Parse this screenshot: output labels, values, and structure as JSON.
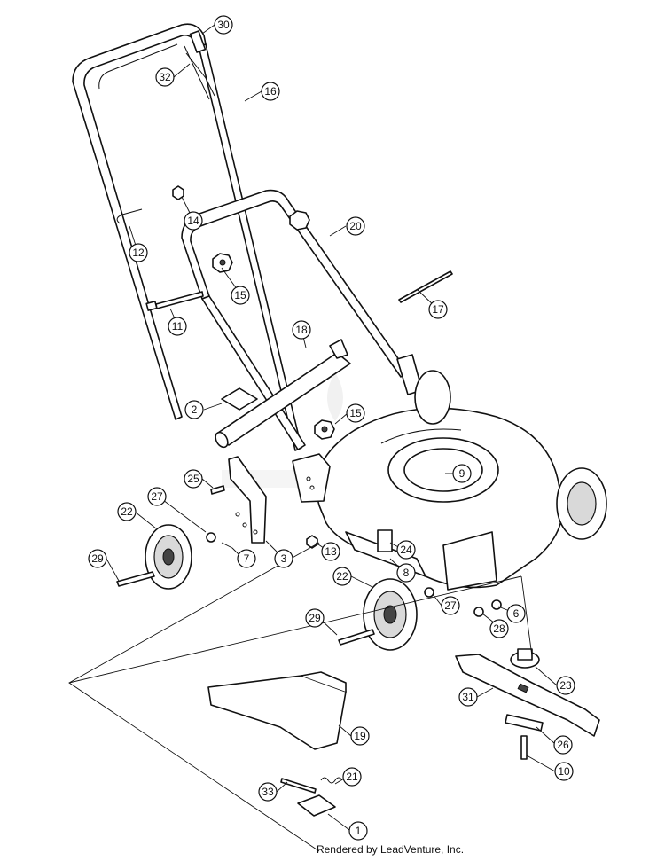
{
  "footer": {
    "text": "Rendered by LeadVenture, Inc."
  },
  "callouts": [
    {
      "id": "c30",
      "label": "30"
    },
    {
      "id": "c32",
      "label": "32"
    },
    {
      "id": "c16",
      "label": "16"
    },
    {
      "id": "c14",
      "label": "14"
    },
    {
      "id": "c12",
      "label": "12"
    },
    {
      "id": "c20",
      "label": "20"
    },
    {
      "id": "c15a",
      "label": "15"
    },
    {
      "id": "c11",
      "label": "11"
    },
    {
      "id": "c17",
      "label": "17"
    },
    {
      "id": "c18",
      "label": "18"
    },
    {
      "id": "c2",
      "label": "2"
    },
    {
      "id": "c15b",
      "label": "15"
    },
    {
      "id": "c9",
      "label": "9"
    },
    {
      "id": "c25",
      "label": "25"
    },
    {
      "id": "c27a",
      "label": "27"
    },
    {
      "id": "c22a",
      "label": "22"
    },
    {
      "id": "c7",
      "label": "7"
    },
    {
      "id": "c3",
      "label": "3"
    },
    {
      "id": "c13",
      "label": "13"
    },
    {
      "id": "c24",
      "label": "24"
    },
    {
      "id": "c8",
      "label": "8"
    },
    {
      "id": "c29a",
      "label": "29"
    },
    {
      "id": "c22b",
      "label": "22"
    },
    {
      "id": "c27b",
      "label": "27"
    },
    {
      "id": "c6",
      "label": "6"
    },
    {
      "id": "c28",
      "label": "28"
    },
    {
      "id": "c29b",
      "label": "29"
    },
    {
      "id": "c23",
      "label": "23"
    },
    {
      "id": "c31",
      "label": "31"
    },
    {
      "id": "c26",
      "label": "26"
    },
    {
      "id": "c19",
      "label": "19"
    },
    {
      "id": "c10",
      "label": "10"
    },
    {
      "id": "c21",
      "label": "21"
    },
    {
      "id": "c33",
      "label": "33"
    },
    {
      "id": "c1",
      "label": "1"
    }
  ]
}
